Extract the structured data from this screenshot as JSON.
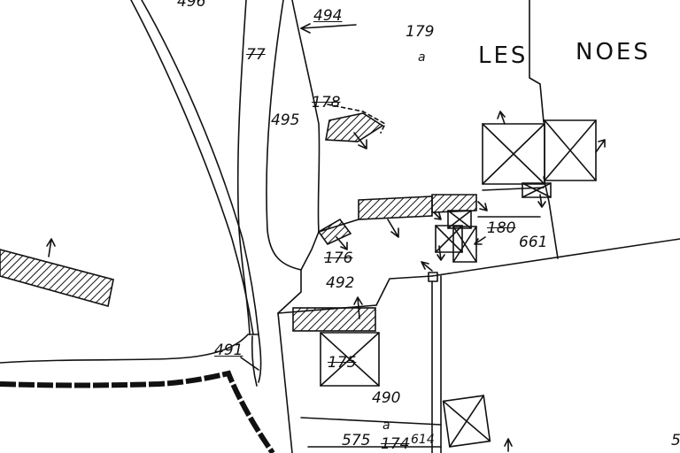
{
  "map": {
    "place_name_1": "LES",
    "place_name_2": "NOES",
    "parcels": {
      "p496": "496",
      "p494": "494",
      "p179": "179",
      "p179a": "a",
      "p77": "77",
      "p495": "495",
      "p178": "178",
      "p180": "180",
      "p661": "661",
      "p176": "176",
      "p492": "492",
      "p491": "491",
      "p175": "175",
      "p490": "490",
      "p575": "575",
      "p575a": "a",
      "p174": "174",
      "p614": "614",
      "p5": "5"
    }
  }
}
